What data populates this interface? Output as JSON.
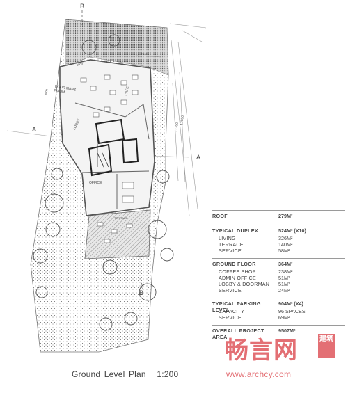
{
  "plan": {
    "section_markers": {
      "top": "B",
      "bottom": "B",
      "left": "A",
      "right": "A"
    },
    "rooms": {
      "door_man": "DOOR MANS\nROOM",
      "cafe": "CAFE",
      "lobby": "LOBBY",
      "office": "OFFICE",
      "terrace": "TERRACE"
    },
    "dimensions": [
      "17700",
      "13000",
      "PB00",
      "1500",
      "1800"
    ]
  },
  "caption": {
    "title": "Ground Level Plan",
    "scale": "1:200"
  },
  "schedule": [
    {
      "name": "ROOF",
      "value": "279M²",
      "items": []
    },
    {
      "name": "TYPICAL DUPLEX",
      "value": "524M² (X10)",
      "items": [
        {
          "name": "LIVING",
          "value": "326M²"
        },
        {
          "name": "TERRACE",
          "value": "140M²"
        },
        {
          "name": "SERVICE",
          "value": "58M²"
        }
      ]
    },
    {
      "name": "GROUND FLOOR",
      "value": "364M²",
      "items": [
        {
          "name": "COFFEE SHOP",
          "value": "238M²"
        },
        {
          "name": "ADMIN OFFICE",
          "value": "51M²"
        },
        {
          "name": "LOBBY & DOORMAN",
          "value": "51M²"
        },
        {
          "name": "SERVICE",
          "value": "24M²"
        }
      ]
    },
    {
      "name": "TYPICAL PARKING LEVEL",
      "value": "904M² (X4)",
      "items": [
        {
          "name": "CAPACITY",
          "value": "96 SPACES"
        },
        {
          "name": "SERVICE",
          "value": "69M²"
        }
      ]
    },
    {
      "name": "OVERALL PROJECT AREA",
      "value": "9507M²",
      "items": []
    }
  ],
  "watermark": {
    "chinese": "畅言网",
    "badge": "建筑",
    "url": "www.archcy.com"
  },
  "colors": {
    "watermark": "#e36f74",
    "ink": "#333333"
  }
}
